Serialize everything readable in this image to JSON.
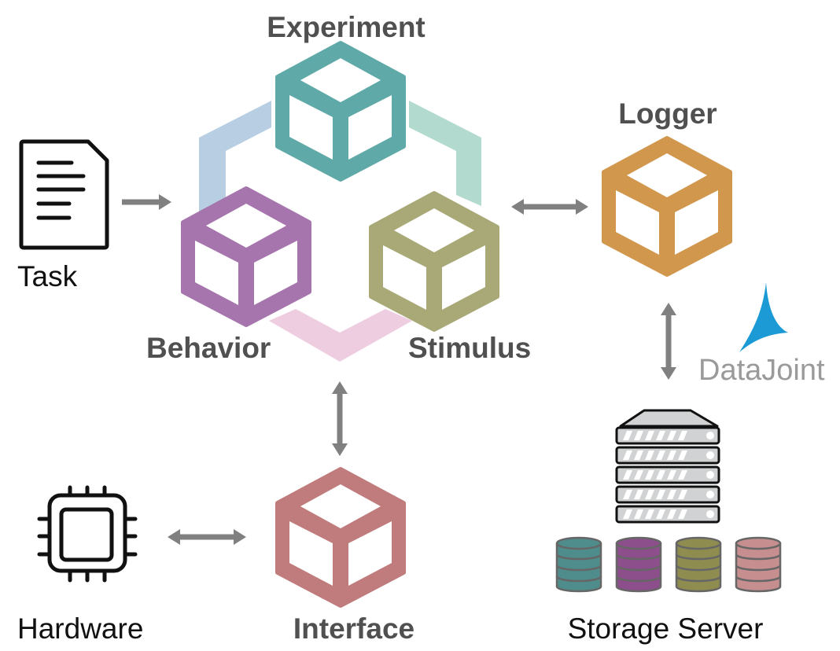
{
  "modules": {
    "experiment": {
      "label": "Experiment",
      "color": "#5faaa8"
    },
    "behavior": {
      "label": "Behavior",
      "color": "#a675ad"
    },
    "stimulus": {
      "label": "Stimulus",
      "color": "#a9a977"
    },
    "logger": {
      "label": "Logger",
      "color": "#d0974d"
    },
    "interface": {
      "label": "Interface",
      "color": "#c07c7c"
    }
  },
  "connectors": {
    "experiment_behavior": "#b8cfe3",
    "experiment_stimulus": "#b3dace",
    "behavior_stimulus": "#efcde1"
  },
  "task": {
    "label": "Task",
    "icon": "document-icon"
  },
  "hardware": {
    "label": "Hardware",
    "icon": "chip-icon"
  },
  "storage": {
    "label": "Storage Server",
    "icon": "server-rack-icon",
    "database_colors": [
      "#4e8d8b",
      "#8c4f8c",
      "#8f8c4f",
      "#c68e8e"
    ]
  },
  "datajoint": {
    "label": "DataJoint",
    "logo_color": "#1b9ad6"
  },
  "arrow_color": "#808080"
}
